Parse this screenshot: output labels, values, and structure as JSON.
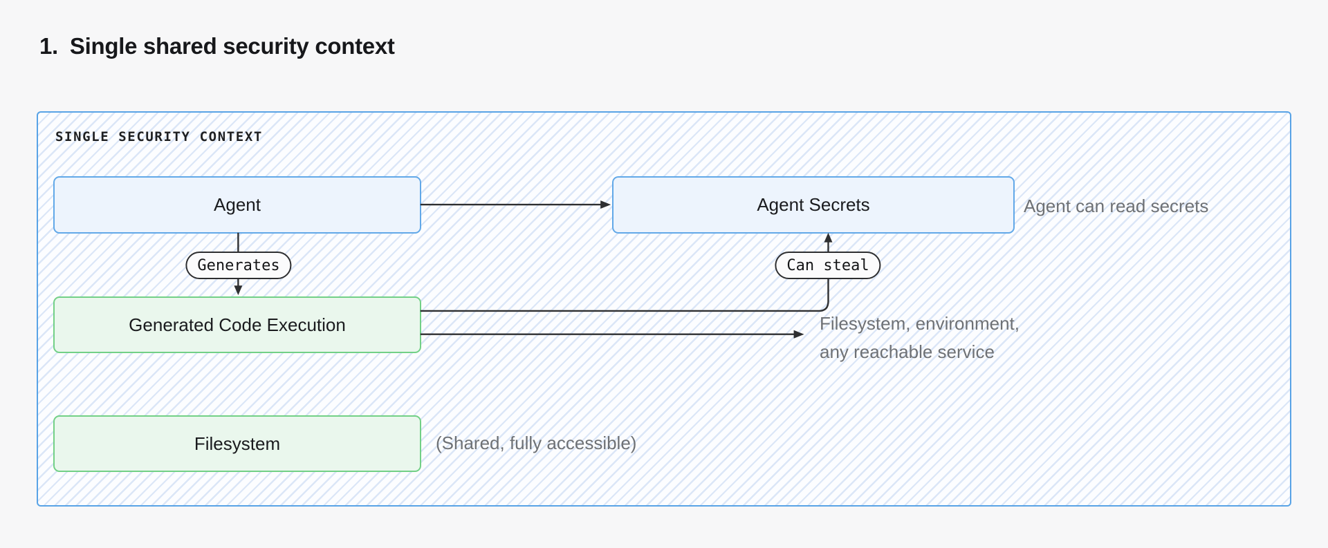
{
  "page": {
    "title_number": "1.",
    "title": "Single shared security context"
  },
  "diagram": {
    "context_label": "SINGLE SECURITY CONTEXT",
    "nodes": {
      "agent": {
        "label": "Agent"
      },
      "agent_secrets": {
        "label": "Agent Secrets"
      },
      "generated_code_execution": {
        "label": "Generated Code Execution"
      },
      "filesystem": {
        "label": "Filesystem"
      }
    },
    "edge_labels": {
      "generates": "Generates",
      "can_steal": "Can steal"
    },
    "annotations": {
      "agent_can_read": "Agent can read secrets",
      "reachable_line1": "Filesystem, environment,",
      "reachable_line2": "any reachable service",
      "shared_note": "(Shared, fully accessible)"
    },
    "colors": {
      "page_background": "#f7f7f8",
      "container_border": "#58a3e6",
      "container_hatch": "#dbe6f7",
      "blue_node_fill": "#edf4fd",
      "blue_node_border": "#61a8e8",
      "green_node_fill": "#eaf7ed",
      "green_node_border": "#72d086",
      "arrow": "#2e2f31",
      "annotation_text": "#6e7175",
      "title_text": "#17181b"
    }
  }
}
